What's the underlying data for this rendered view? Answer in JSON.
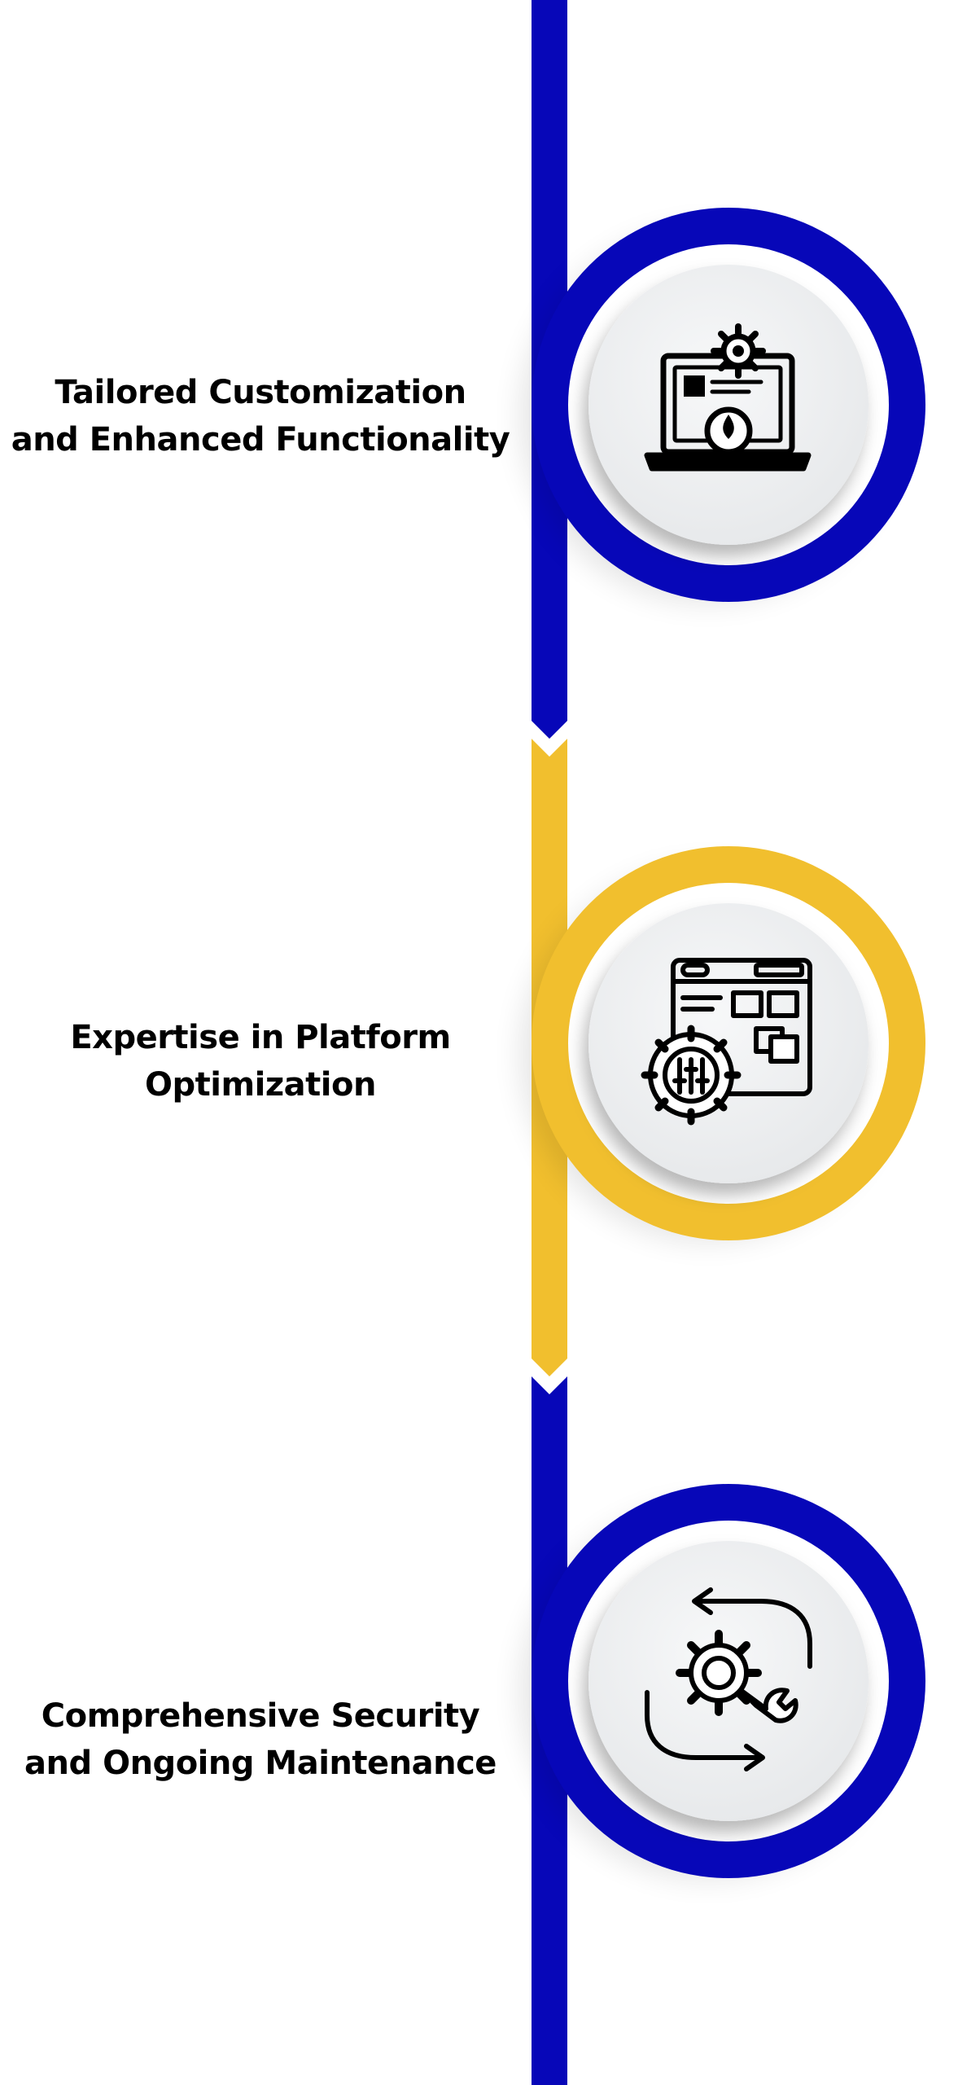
{
  "colors": {
    "blue": "#0707B8",
    "yellow": "#F1BF2E",
    "disc_fill": "#EEF0F2",
    "icon_stroke": "#000000",
    "background": "#FFFFFF"
  },
  "steps": [
    {
      "lines": [
        "Tailored Customization",
        "and Enhanced Functionality"
      ],
      "color": "blue",
      "icon": "laptop-gear-icon"
    },
    {
      "lines": [
        "Expertise in Platform",
        "Optimization"
      ],
      "color": "yellow",
      "icon": "browser-settings-gear-icon"
    },
    {
      "lines": [
        "Comprehensive Security",
        "and Ongoing Maintenance"
      ],
      "color": "blue",
      "icon": "gear-wrench-cycle-icon"
    }
  ]
}
